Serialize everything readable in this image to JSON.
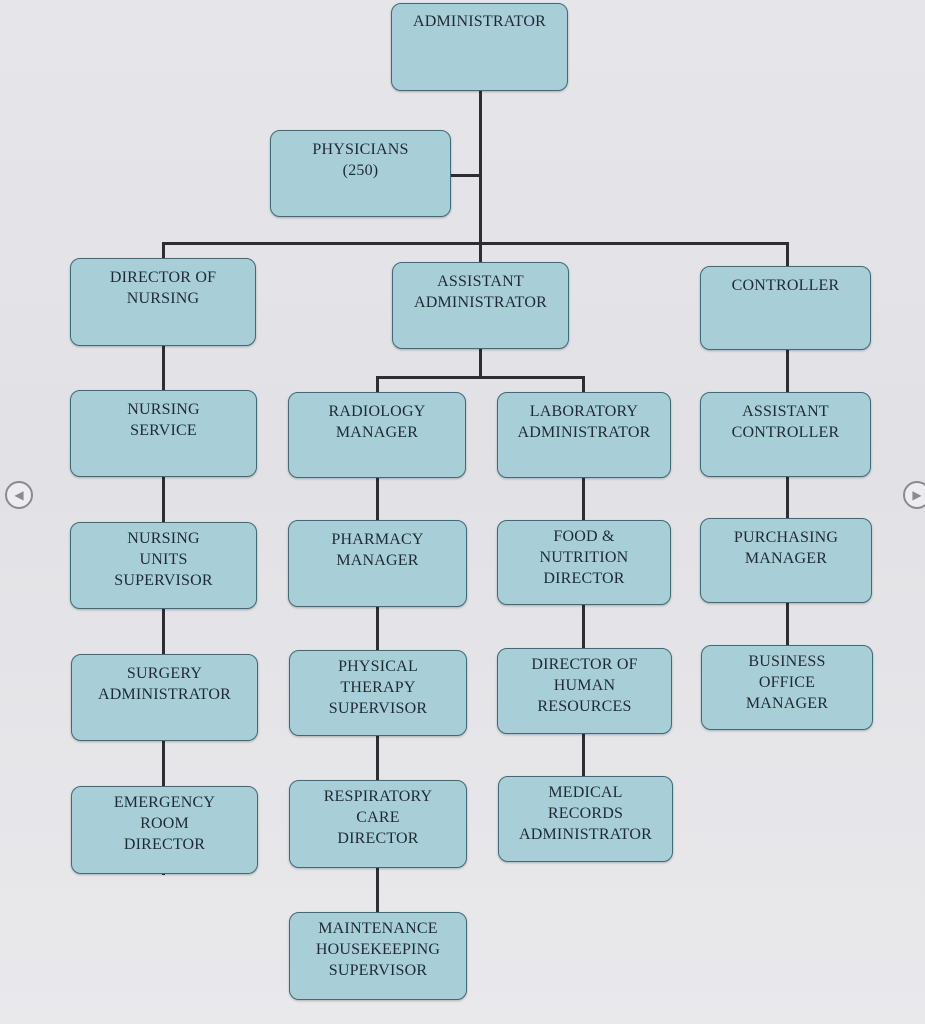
{
  "org_chart": {
    "administrator": [
      "ADMINISTRATOR"
    ],
    "physicians": [
      "PHYSICIANS",
      "(250)"
    ],
    "director_of_nursing": [
      "DIRECTOR OF",
      "NURSING"
    ],
    "assistant_administrator": [
      "ASSISTANT",
      "ADMINISTRATOR"
    ],
    "controller": [
      "CONTROLLER"
    ],
    "nursing_service": [
      "NURSING",
      "SERVICE"
    ],
    "nursing_units_supervisor": [
      "NURSING",
      "UNITS",
      "SUPERVISOR"
    ],
    "surgery_administrator": [
      "SURGERY",
      "ADMINISTRATOR"
    ],
    "emergency_room_director": [
      "EMERGENCY",
      "ROOM",
      "DIRECTOR"
    ],
    "radiology_manager": [
      "RADIOLOGY",
      "MANAGER"
    ],
    "pharmacy_manager": [
      "PHARMACY",
      "MANAGER"
    ],
    "physical_therapy_supervisor": [
      "PHYSICAL",
      "THERAPY",
      "SUPERVISOR"
    ],
    "respiratory_care_director": [
      "RESPIRATORY",
      "CARE",
      "DIRECTOR"
    ],
    "maintenance_housekeeping_supervisor": [
      "MAINTENANCE",
      "HOUSEKEEPING",
      "SUPERVISOR"
    ],
    "laboratory_administrator": [
      "LABORATORY",
      "ADMINISTRATOR"
    ],
    "food_nutrition_director": [
      "FOOD &",
      "NUTRITION",
      "DIRECTOR"
    ],
    "director_of_human_resources": [
      "DIRECTOR OF",
      "HUMAN",
      "RESOURCES"
    ],
    "medical_records_administrator": [
      "MEDICAL",
      "RECORDS",
      "ADMINISTRATOR"
    ],
    "assistant_controller": [
      "ASSISTANT",
      "CONTROLLER"
    ],
    "purchasing_manager": [
      "PURCHASING",
      "MANAGER"
    ],
    "business_office_manager": [
      "BUSINESS",
      "OFFICE",
      "MANAGER"
    ]
  },
  "nav": {
    "prev_icon": "chevron-left-icon",
    "next_icon": "chevron-right-icon",
    "prev_glyph": "◀",
    "next_glyph": "▶"
  }
}
